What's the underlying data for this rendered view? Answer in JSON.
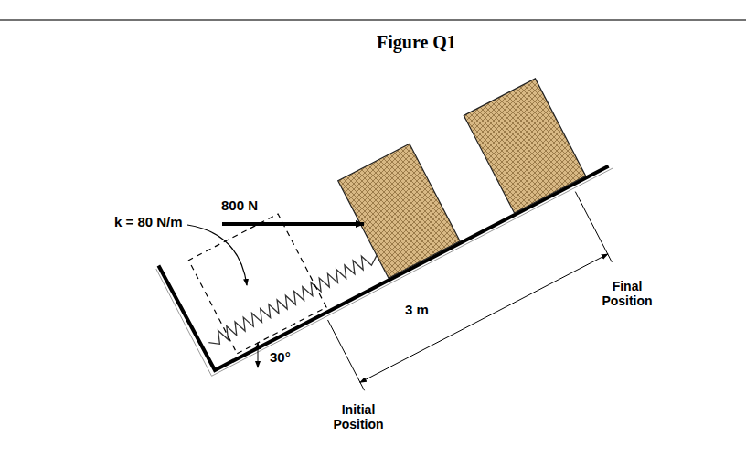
{
  "diagram": {
    "title": "Figure Q1",
    "labels": [
      "k = 80 N/m",
      "800 N",
      "30°",
      "3 m",
      "Initial Position",
      "Final Position"
    ]
  }
}
